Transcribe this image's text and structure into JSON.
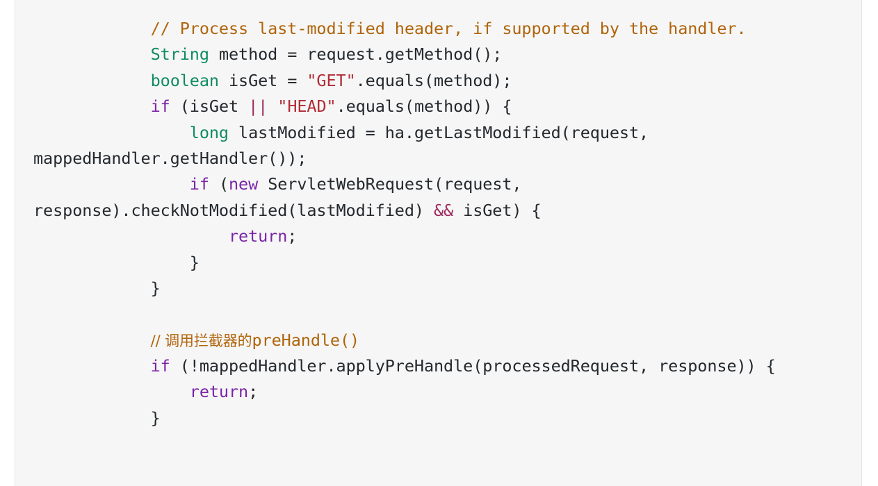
{
  "code": {
    "comment_last_modified": "// Process last-modified header, if supported by the handler.",
    "tok_string_type": "String",
    "tok_method_decl": " method = request.getMethod();",
    "tok_boolean": "boolean",
    "tok_isget_decl": " isGet = ",
    "str_get": "\"GET\"",
    "tok_equals_method": ".equals(method);",
    "tok_if": "if",
    "tok_isget_paren": " (isGet ",
    "op_or": "||",
    "str_head": "\"HEAD\"",
    "tok_equals_method_close": ".equals(method)) {",
    "tok_long": "long",
    "tok_lastmodified_decl": " lastModified = ha.getLastModified(request,",
    "tok_mapped_handler": "mappedHandler.getHandler());",
    "tok_if_paren": " (",
    "tok_new": "new",
    "tok_servlet_web_request": " ServletWebRequest(request,",
    "tok_response_check": "response).checkNotModified(lastModified) ",
    "op_and": "&&",
    "tok_isget_close": " isGet) {",
    "tok_return": "return",
    "tok_semicolon": ";",
    "tok_close_brace": "}",
    "comment_prehandle_prefix": "// 调用拦截器的",
    "comment_prehandle_suffix": "preHandle()",
    "tok_apply_prehandle": " (!mappedHandler.applyPreHandle(processedRequest, response)) {"
  }
}
